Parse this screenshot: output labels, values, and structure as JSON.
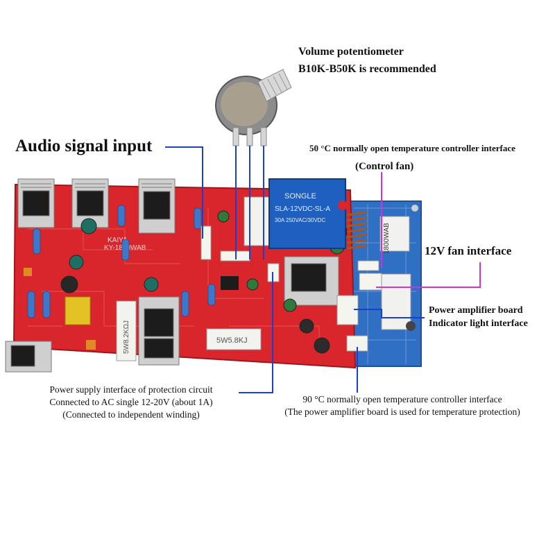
{
  "labels": {
    "volume": {
      "line1": "Volume potentiometer",
      "line2": "B10K-B50K is recommended"
    },
    "audio_input": "Audio signal input",
    "temp50": {
      "line1": "50 °C normally open temperature controller interface",
      "line2": "(Control fan)"
    },
    "fan12v": "12V fan interface",
    "indicator": {
      "line1": "Power amplifier board",
      "line2": "Indicator light interface"
    },
    "protection": {
      "line1": "Power supply interface of protection circuit",
      "line2": "Connected to AC single 12-20V (about 1A)",
      "line3": "(Connected to independent winding)"
    },
    "temp90": {
      "line1": "90 °C normally open temperature controller interface",
      "line2": "(The power amplifier board is used for temperature protection)"
    }
  },
  "board": {
    "brand": "KAIYA",
    "model": "KY-1800WAB",
    "relay_brand": "SONGLE",
    "relay_model": "SLA-12VDC-SL-A",
    "relay_rating": "30A 250VAC/30VDC",
    "resistor1": "5W5.8KJ",
    "resistor2": "5W8.2KΩJ",
    "right_model": "1800WAB"
  },
  "colors": {
    "board_red": "#d8262c",
    "board_blue": "#2f6fc4",
    "relay_blue": "#1f5fbf",
    "leader_blue": "#1c3fd1",
    "leader_magenta": "#d62fd2"
  }
}
